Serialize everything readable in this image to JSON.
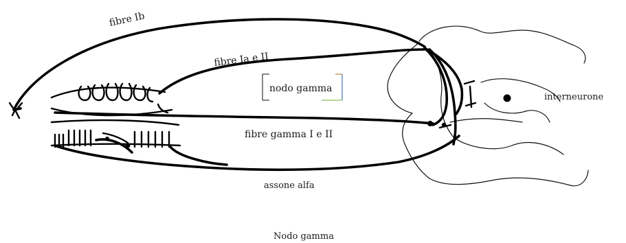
{
  "labels": {
    "fibre_ib": "fibre Ib",
    "fibre_ia_ii": "fibre Ia e II",
    "nodo_gamma_box": "nodo gamma",
    "interneurone": "interneurone",
    "fibre_gamma": "fibre gamma I e II",
    "assone_alfa": "assone alfa",
    "caption": "Nodo gamma"
  }
}
